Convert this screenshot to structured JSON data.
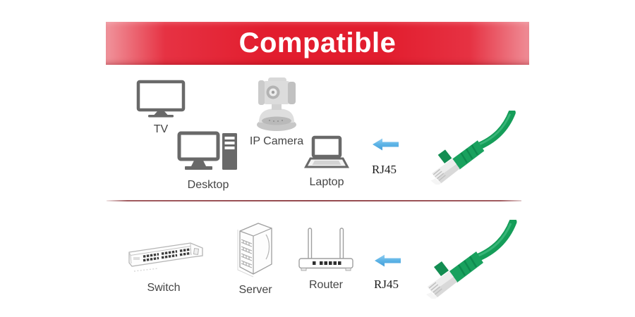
{
  "banner": {
    "title": "Compatible"
  },
  "top_section": {
    "devices": [
      {
        "id": "tv",
        "label": "TV"
      },
      {
        "id": "ip-camera",
        "label": "IP Camera"
      },
      {
        "id": "desktop",
        "label": "Desktop"
      },
      {
        "id": "laptop",
        "label": "Laptop"
      }
    ],
    "connector_label": "RJ45"
  },
  "bottom_section": {
    "devices": [
      {
        "id": "switch",
        "label": "Switch"
      },
      {
        "id": "server",
        "label": "Server"
      },
      {
        "id": "router",
        "label": "Router"
      }
    ],
    "connector_label": "RJ45"
  },
  "colors": {
    "banner_red": "#e21d2e",
    "banner_edge_pink": "#f0949c",
    "divider_maroon": "#94484d",
    "arrow_blue": "#5cb3e6",
    "cable_green": "#19a15e",
    "cable_green_dark": "#0e8a4e",
    "icon_dark_gray": "#696969",
    "icon_light_gray": "#9f9f9f",
    "label_gray": "#454545"
  }
}
